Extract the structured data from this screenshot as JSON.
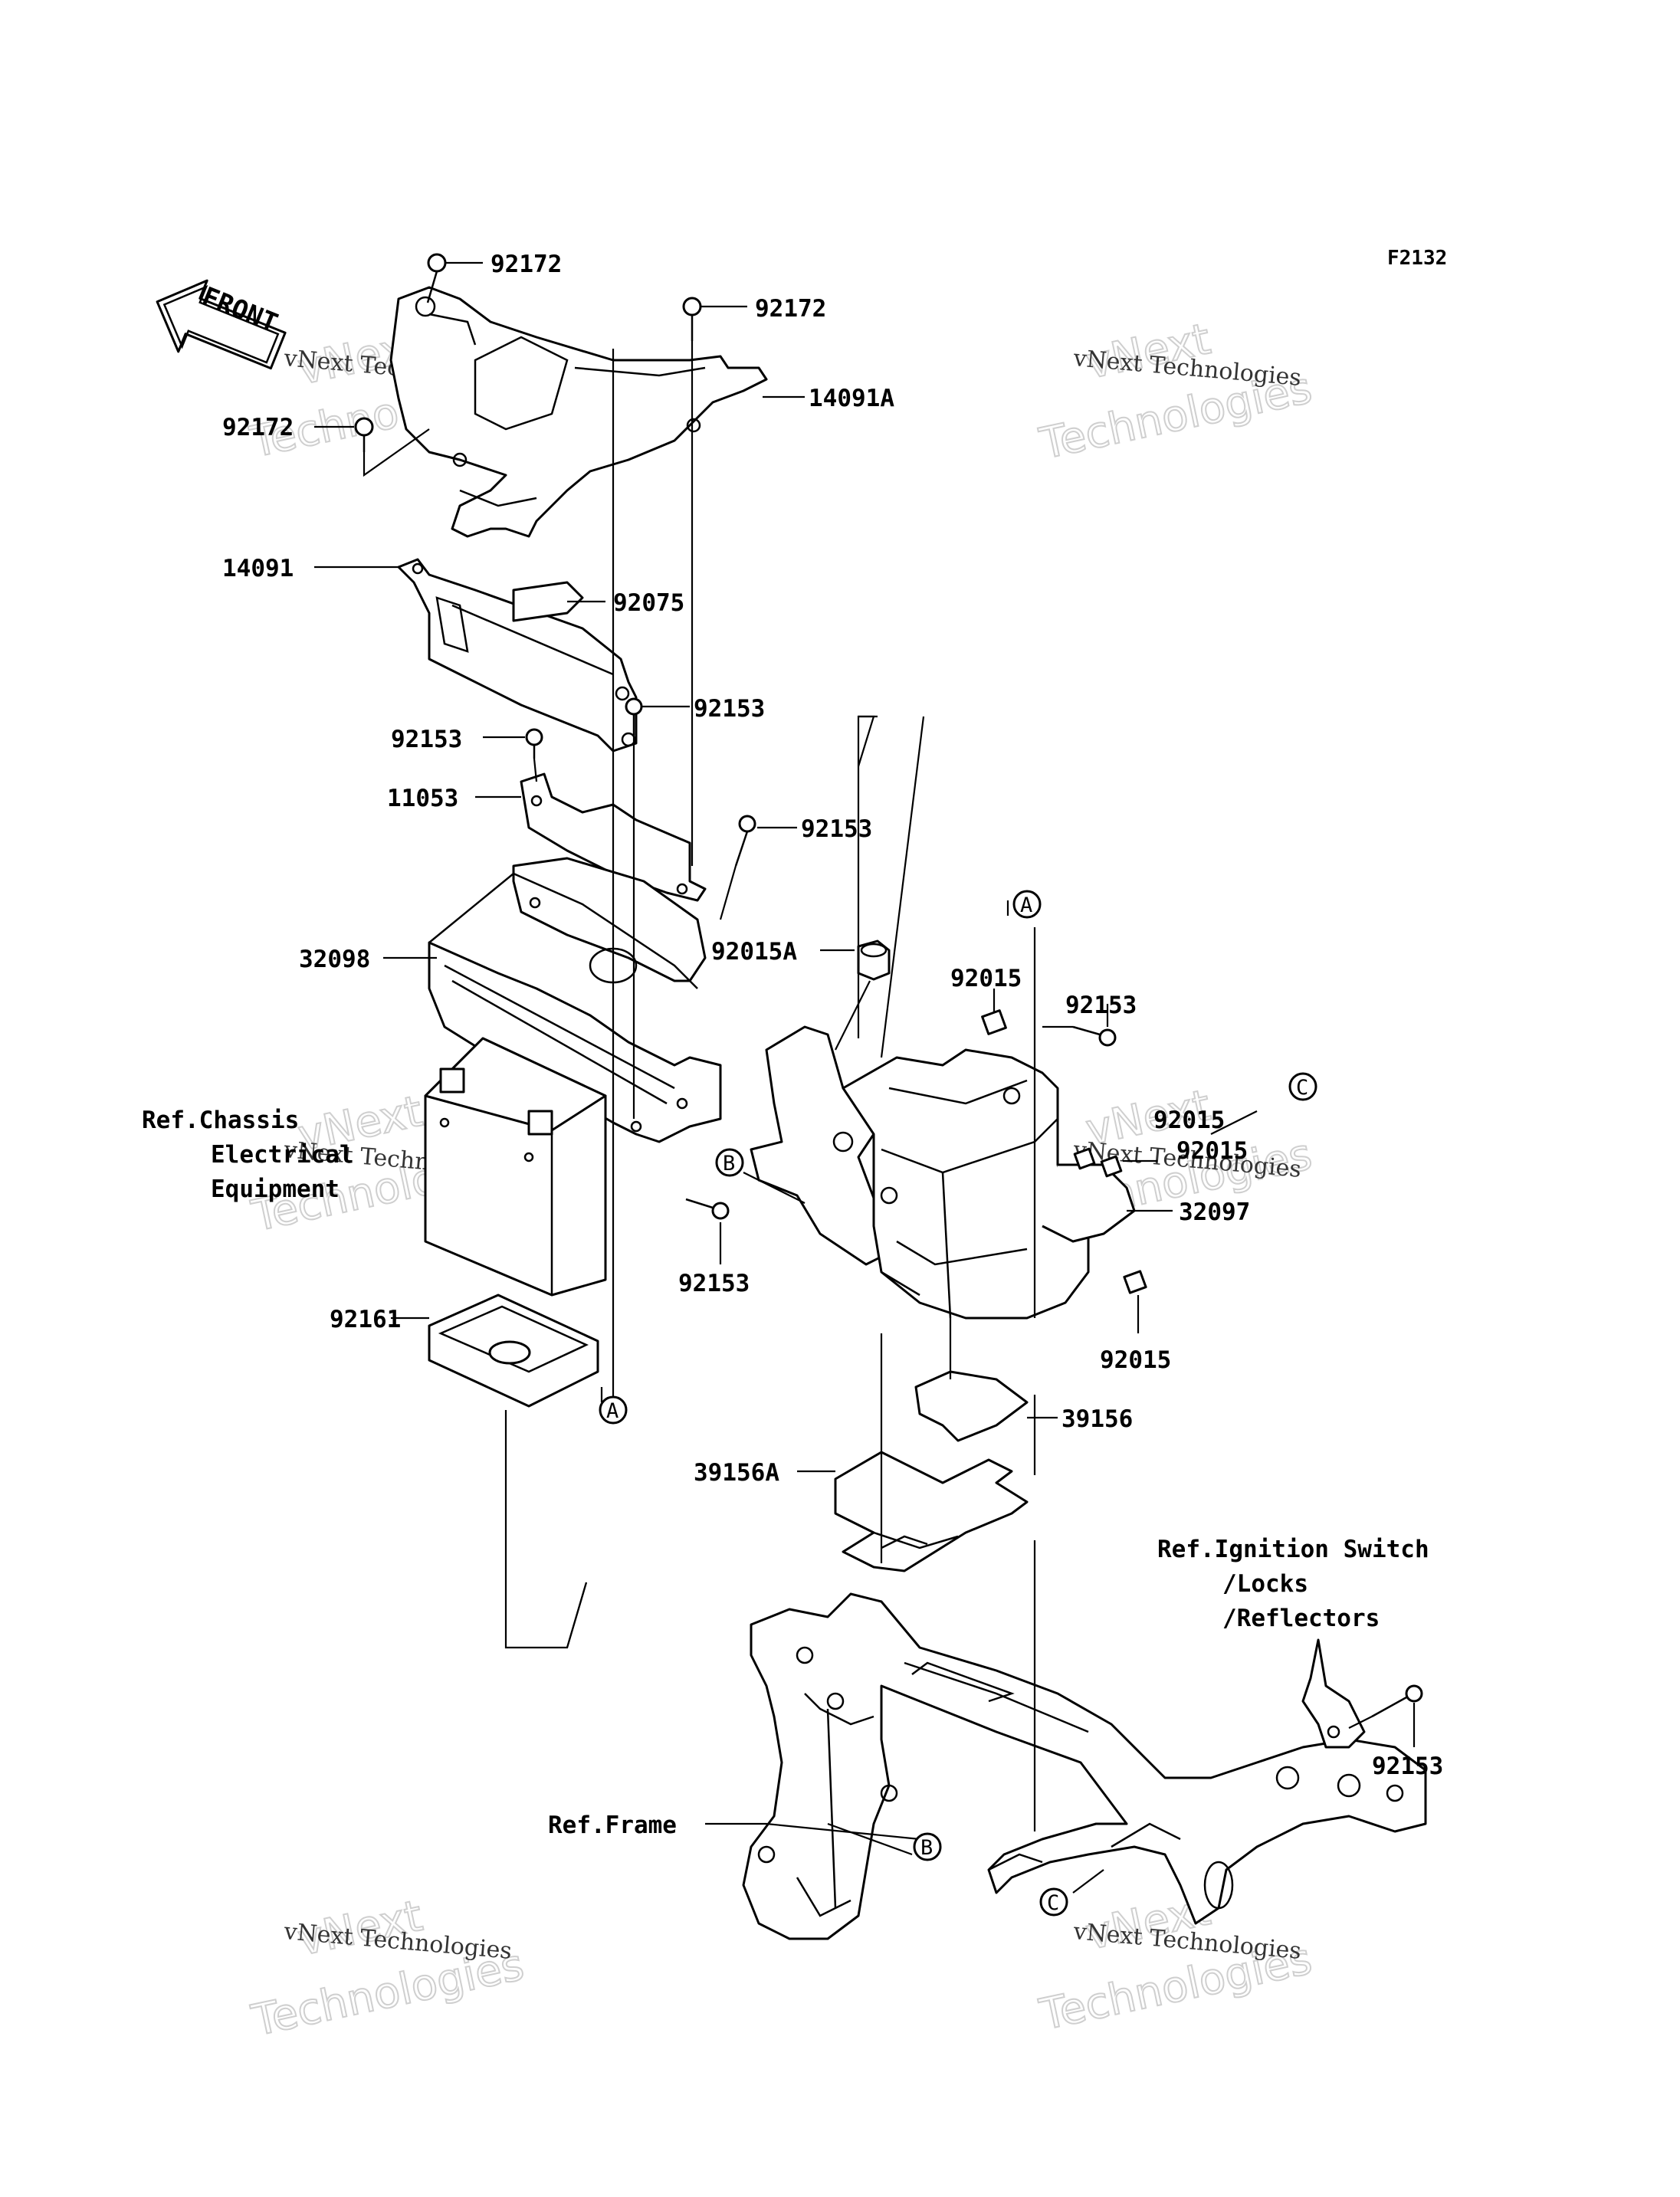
{
  "figure_code": "F2132",
  "direction_label": "FRONT",
  "watermark": {
    "line1": "vNext Technologies",
    "line2": "vNext",
    "line3": "Technologies"
  },
  "parts": [
    {
      "id": "p1",
      "number": "92172"
    },
    {
      "id": "p2",
      "number": "92172"
    },
    {
      "id": "p3",
      "number": "14091A"
    },
    {
      "id": "p4",
      "number": "92172"
    },
    {
      "id": "p5",
      "number": "14091"
    },
    {
      "id": "p6",
      "number": "92075"
    },
    {
      "id": "p7",
      "number": "92153"
    },
    {
      "id": "p8",
      "number": "92153"
    },
    {
      "id": "p9",
      "number": "11053"
    },
    {
      "id": "p10",
      "number": "92153"
    },
    {
      "id": "p11",
      "number": "32098"
    },
    {
      "id": "p12",
      "number": "92015A"
    },
    {
      "id": "p13",
      "number": "92015"
    },
    {
      "id": "p14",
      "number": "92153"
    },
    {
      "id": "p15",
      "number": "92015"
    },
    {
      "id": "p16",
      "number": "92015"
    },
    {
      "id": "p17",
      "number": "32097"
    },
    {
      "id": "p18",
      "number": "92153"
    },
    {
      "id": "p19",
      "number": "92015"
    },
    {
      "id": "p20",
      "number": "92161"
    },
    {
      "id": "p21",
      "number": "39156"
    },
    {
      "id": "p22",
      "number": "39156A"
    },
    {
      "id": "p23",
      "number": "92153"
    }
  ],
  "references": {
    "chassis": [
      "Ref.Chassis",
      "Electrical",
      "Equipment"
    ],
    "ignition": [
      "Ref.Ignition Switch",
      "/Locks",
      "/Reflectors"
    ],
    "frame": "Ref.Frame"
  },
  "callouts": [
    "A",
    "A",
    "B",
    "B",
    "C",
    "C"
  ]
}
